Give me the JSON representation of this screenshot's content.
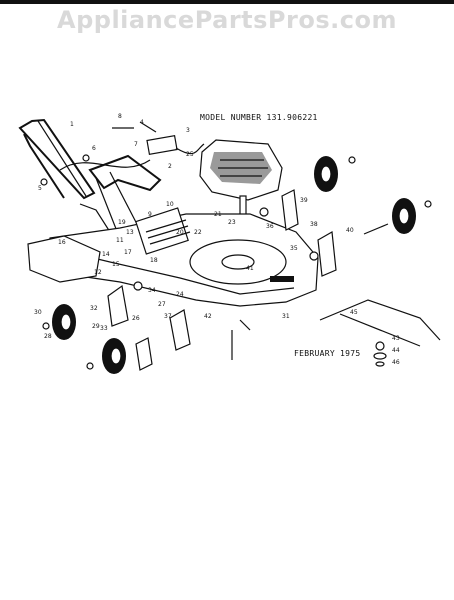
{
  "header": {
    "site_title": "AppliancePartsPros.com"
  },
  "diagram": {
    "model_number_label": "MODEL NUMBER 131.906221",
    "date_label": "FEBRUARY 1975",
    "callouts": [
      "1",
      "2",
      "3",
      "4",
      "5",
      "6",
      "7",
      "8",
      "9",
      "10",
      "11",
      "12",
      "13",
      "14",
      "15",
      "16",
      "17",
      "18",
      "19",
      "20",
      "21",
      "22",
      "23",
      "24",
      "25",
      "26",
      "27",
      "28",
      "29",
      "30",
      "31",
      "32",
      "33",
      "34",
      "35",
      "36",
      "37",
      "38",
      "39",
      "40",
      "41",
      "42",
      "43",
      "44",
      "45",
      "46"
    ]
  }
}
